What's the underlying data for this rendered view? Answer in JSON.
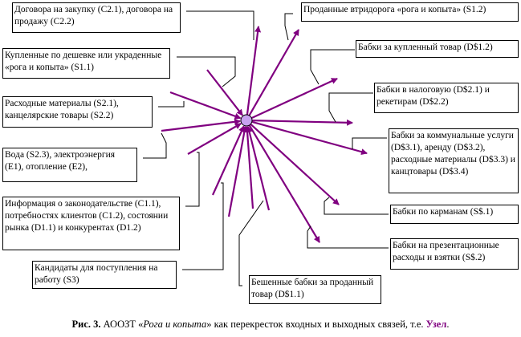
{
  "colors": {
    "arrow": "#800080",
    "node_fill": "#c8a2f0",
    "accent": "#800080"
  },
  "inputs": [
    {
      "id": "contracts",
      "text": "Договора на закупку (С2.1), договора на продажу (С2.2)"
    },
    {
      "id": "bought",
      "text": "Купленные по дешевке или украденные «рога и копыта» (S1.1)"
    },
    {
      "id": "materials",
      "text": "Расходные материалы (S2.1), канцелярские товары (S2.2)"
    },
    {
      "id": "utilities",
      "text": "Вода (S2.3), электроэнергия (E1), отопление (E2),"
    },
    {
      "id": "information",
      "text": "Информация о законодательстве (С1.1), потребностях клиентов (С1.2), состоянии рынка (D1.1) и конкурентах (D1.2)"
    },
    {
      "id": "candidates",
      "text": "Кандидаты для поступления на работу (S3)"
    },
    {
      "id": "money_sold",
      "text": "Бешенные бабки за проданный товар (D$1.1)"
    }
  ],
  "outputs": [
    {
      "id": "sold",
      "text": "Проданные втридорога «рога и копыта» (S1.2)"
    },
    {
      "id": "pay_goods",
      "text": "Бабки за купленный товар (D$1.2)"
    },
    {
      "id": "tax",
      "text": "Бабки в налоговую (D$2.1) и рекетирам (D$2.2)"
    },
    {
      "id": "communal",
      "text": "Бабки за коммунальные услуги (D$3.1), аренду (D$3.2), расходные материалы (D$3.3) и канцтовары (D$3.4)"
    },
    {
      "id": "pockets",
      "text": "Бабки по карманам (S$.1)"
    },
    {
      "id": "bribes",
      "text": "Бабки на презентационные расходы и взятки (S$.2)"
    }
  ],
  "caption": {
    "label": "Рис. 3.",
    "pre": " АООЗТ «",
    "name": "Рога и копыта",
    "post": "» как перекресток входных и выходных связей, т.е. ",
    "term": "Узел",
    "end": "."
  }
}
